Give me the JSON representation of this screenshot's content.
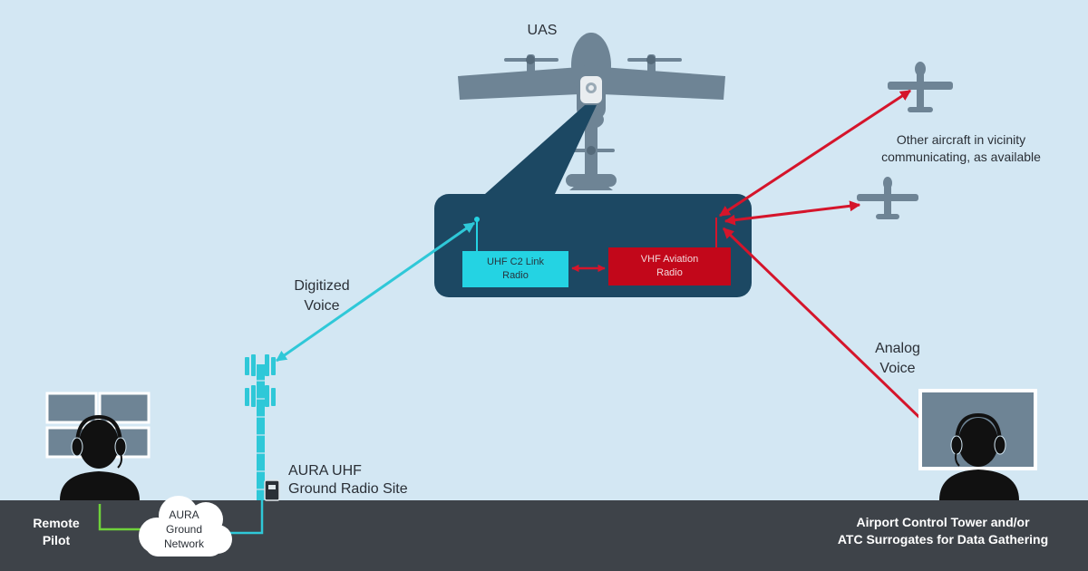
{
  "labels": {
    "uas": "UAS",
    "other_aircraft": [
      "Other aircraft in vicinity",
      "communicating, as available"
    ],
    "digitized_voice": [
      "Digitized",
      "Voice"
    ],
    "analog_voice": [
      "Analog",
      "Voice"
    ],
    "ground_site": [
      "AURA UHF",
      "Ground Radio Site"
    ],
    "cloud": [
      "AURA",
      "Ground",
      "Network"
    ],
    "remote_pilot": [
      "Remote",
      "Pilot"
    ],
    "tower": [
      "Airport Control Tower and/or",
      "ATC Surrogates for Data Gathering"
    ],
    "uhf_radio": [
      "UHF C2 Link",
      "Radio"
    ],
    "vhf_radio": [
      "VHF Aviation",
      "Radio"
    ]
  },
  "colors": {
    "background": "#d3e7f3",
    "ground": "#3e4349",
    "aircraft": "#6e8495",
    "avionics_box": "#1c4863",
    "uhf_cyan": "#24d3e3",
    "vhf_red": "#c2071a",
    "digital_link": "#2fc8d8",
    "analog_link": "#d5152b",
    "network_green": "#6fd23b",
    "person": "#111111"
  },
  "icons": [
    "uas-aircraft-icon",
    "small-aircraft-icon",
    "radio-tower-icon",
    "cloud-icon",
    "pilot-icon",
    "controller-icon",
    "monitor-icon"
  ]
}
